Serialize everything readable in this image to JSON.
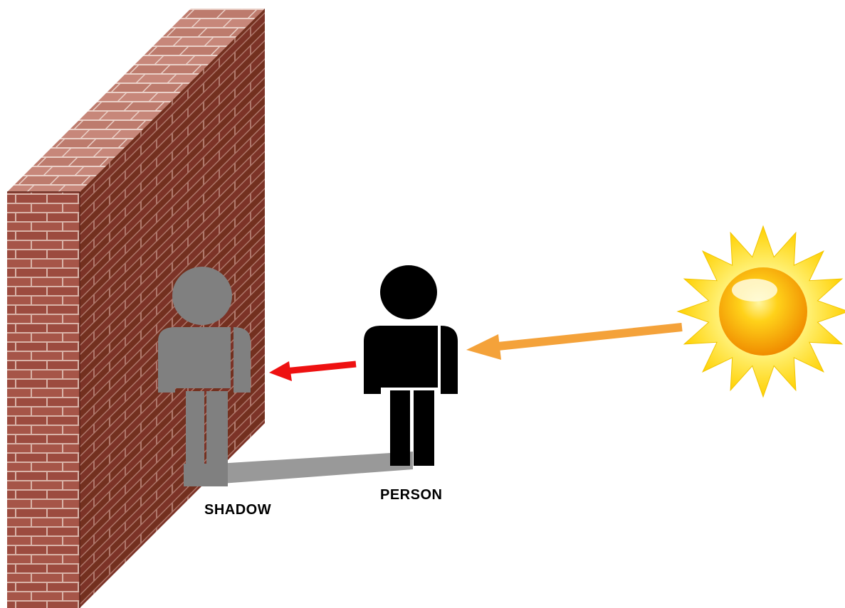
{
  "labels": {
    "shadow": "SHADOW",
    "person": "PERSON"
  },
  "colors": {
    "background": "#ffffff",
    "brick_front": "#9a4a3e",
    "brick_side": "#7a3328",
    "brick_top": "#c98a7c",
    "mortar": "#d6b0a6",
    "shadow_figure": "#808080",
    "ground_shadow": "#999999",
    "person_figure": "#000000",
    "arrow_to_wall": "#ee1111",
    "arrow_from_sun": "#f4a23a",
    "sun_rays": "#ffd21a",
    "sun_core": "#f5a800"
  },
  "icons": [
    "brick-wall",
    "shadow-figure-icon",
    "person-figure-icon",
    "sun-icon",
    "light-ray-arrow",
    "shadow-direction-arrow"
  ]
}
